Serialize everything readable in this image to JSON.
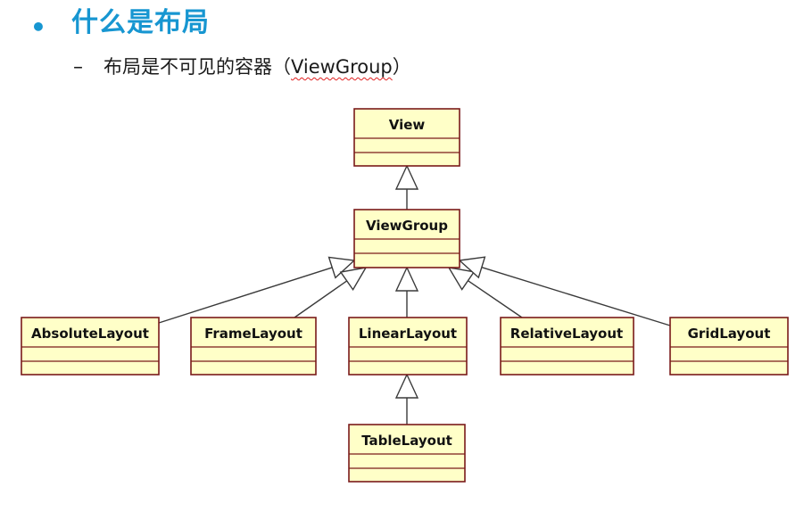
{
  "slide": {
    "bullet_char": "•",
    "heading": "什么是布局",
    "sub_dash": "–",
    "sub_text_lead": "布局是不可见的容器（",
    "sub_text_term": "ViewGroup",
    "sub_text_tail": "）"
  },
  "colors": {
    "heading": "#1796d1",
    "class_fill": "#ffffc8",
    "class_border": "#7a1a1a",
    "line": "#3a3a3a"
  },
  "diagram": {
    "classes": {
      "view": "View",
      "viewgroup": "ViewGroup",
      "absolutelayout": "AbsoluteLayout",
      "framelayout": "FrameLayout",
      "linearlayout": "LinearLayout",
      "relativelayout": "RelativeLayout",
      "gridlayout": "GridLayout",
      "tablelayout": "TableLayout"
    },
    "inheritance": [
      {
        "child": "viewgroup",
        "parent": "view"
      },
      {
        "child": "absolutelayout",
        "parent": "viewgroup"
      },
      {
        "child": "framelayout",
        "parent": "viewgroup"
      },
      {
        "child": "linearlayout",
        "parent": "viewgroup"
      },
      {
        "child": "relativelayout",
        "parent": "viewgroup"
      },
      {
        "child": "gridlayout",
        "parent": "viewgroup"
      },
      {
        "child": "tablelayout",
        "parent": "linearlayout"
      }
    ]
  }
}
